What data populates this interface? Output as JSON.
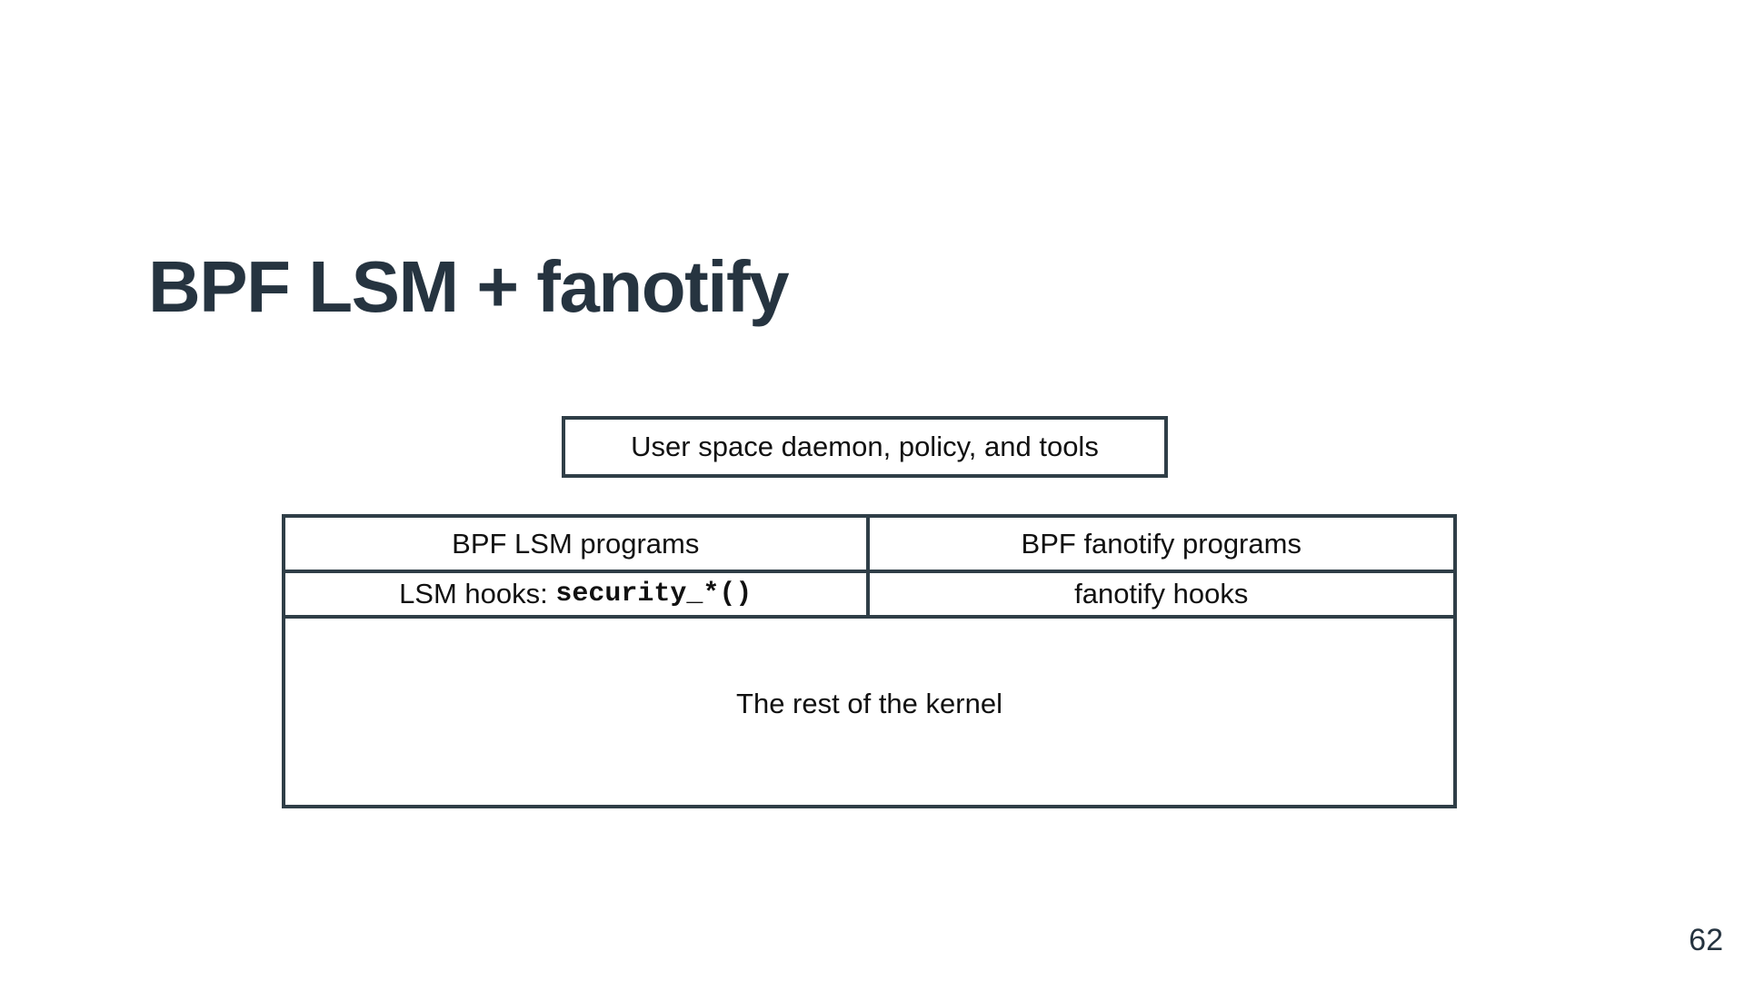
{
  "slide": {
    "title": "BPF LSM + fanotify",
    "page_number": "62",
    "colors": {
      "background": "#ffffff",
      "title": "#263440",
      "text": "#111111",
      "border": "#2f3e47"
    },
    "diagram": {
      "user_space_box": "User space daemon, policy, and tools",
      "kernel_table": {
        "row1": {
          "left": "BPF LSM programs",
          "right": "BPF fanotify programs"
        },
        "row2": {
          "left_label": "LSM hooks: ",
          "left_code": "security_*()",
          "right": "fanotify hooks"
        },
        "row3": "The rest of the kernel"
      }
    }
  }
}
